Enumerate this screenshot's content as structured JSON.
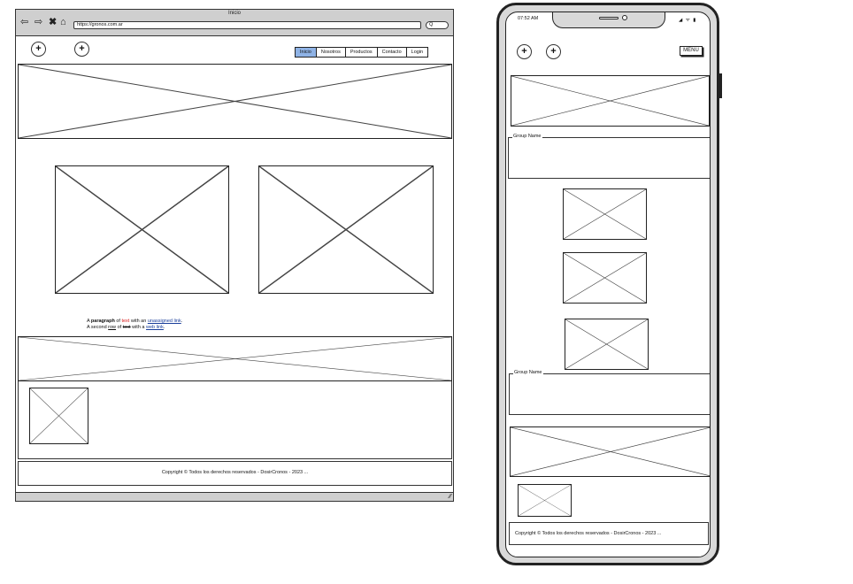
{
  "browser": {
    "title": "Inicio",
    "url": "https://gronos.com.ar",
    "search_text": "Q",
    "nav_icons": [
      "back-arrow",
      "forward-arrow",
      "close",
      "home"
    ],
    "resize_glyph": "⁄⁄"
  },
  "desktop": {
    "nav_tabs": [
      {
        "label": "Inicio",
        "active": true
      },
      {
        "label": "Nosotros",
        "active": false
      },
      {
        "label": "Productos",
        "active": false
      },
      {
        "label": "Contacto",
        "active": false
      },
      {
        "label": "Login",
        "active": false
      }
    ],
    "add_button_glyph": "+",
    "paragraph": {
      "line1_a": "A ",
      "line1_bold": "paragraph",
      "line1_b": " of ",
      "line1_red": "text",
      "line1_c": " with an ",
      "line1_link": "unassigned link",
      "line1_end": ".",
      "line2_a": "A second ",
      "line2_row": "row",
      "line2_b": " of ",
      "line2_text": "text",
      "line2_c": " with a ",
      "line2_link": "web link",
      "line2_end": "."
    },
    "footer": "Copyright © Todos los derechos reservados - DosirCronos - 2023     ..."
  },
  "mobile": {
    "time": "07:52 AM",
    "status_icons": "◢ ᯤ ▮",
    "menu_label": "MENU",
    "group1_label": "Group Name",
    "group2_label": "Group Name",
    "footer": "Copyright © Todos los derechos reservados - DosirCronos - 2023     ..."
  }
}
